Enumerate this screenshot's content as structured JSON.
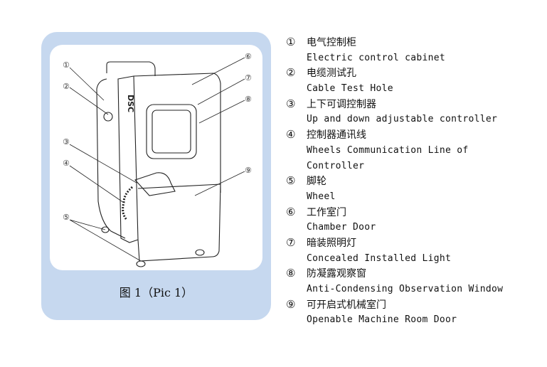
{
  "figure": {
    "caption": "图 1（Pic 1）",
    "brand_logo": "DSC",
    "callouts": [
      "①",
      "②",
      "③",
      "④",
      "⑤",
      "⑥",
      "⑦",
      "⑧",
      "⑨"
    ]
  },
  "legend": [
    {
      "num": "①",
      "zh": "电气控制柜",
      "en": [
        "Electric control cabinet"
      ]
    },
    {
      "num": "②",
      "zh": "电缆测试孔",
      "en": [
        "Cable Test Hole"
      ]
    },
    {
      "num": "③",
      "zh": "上下可调控制器",
      "en": [
        "Up and down adjustable controller"
      ]
    },
    {
      "num": "④",
      "zh": "控制器通讯线",
      "en": [
        "Wheels Communication Line of",
        "Controller"
      ]
    },
    {
      "num": "⑤",
      "zh": "脚轮",
      "en": [
        "Wheel"
      ]
    },
    {
      "num": "⑥",
      "zh": "工作室门",
      "en": [
        "Chamber Door"
      ]
    },
    {
      "num": "⑦",
      "zh": "暗装照明灯",
      "en": [
        "Concealed Installed Light"
      ]
    },
    {
      "num": "⑧",
      "zh": "防凝露观察窗",
      "en": [
        "Anti-Condensing Observation Window"
      ]
    },
    {
      "num": "⑨",
      "zh": "可开启式机械室门",
      "en": [
        "Openable Machine Room Door"
      ]
    }
  ]
}
